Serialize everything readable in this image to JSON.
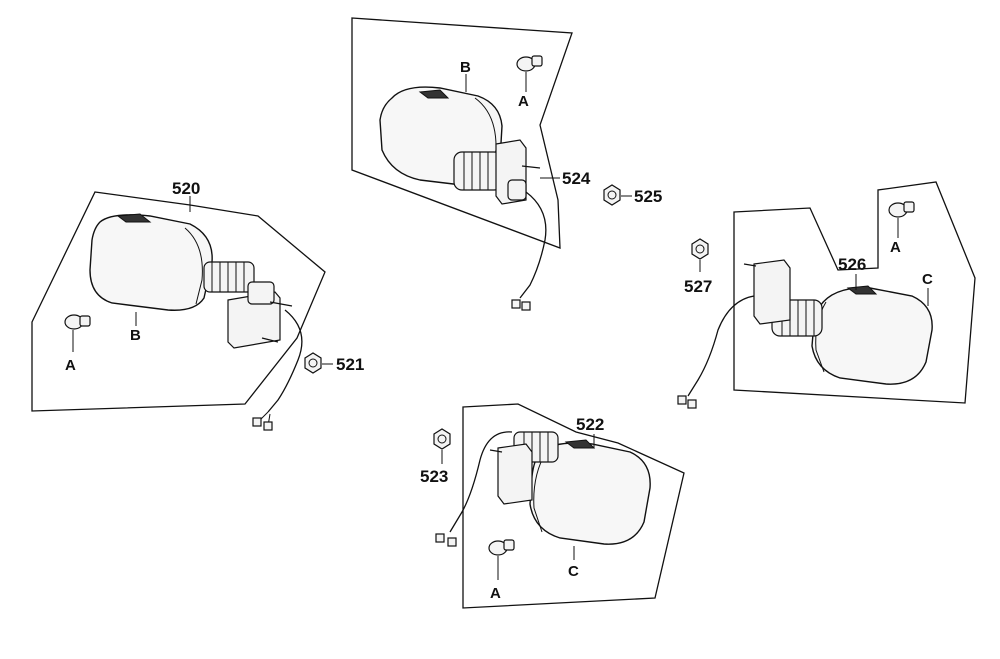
{
  "labels": {
    "p520": "520",
    "p521": "521",
    "p522": "522",
    "p523": "523",
    "p524": "524",
    "p525": "525",
    "p526": "526",
    "p527": "527",
    "a": "A",
    "b": "B",
    "c": "C"
  }
}
